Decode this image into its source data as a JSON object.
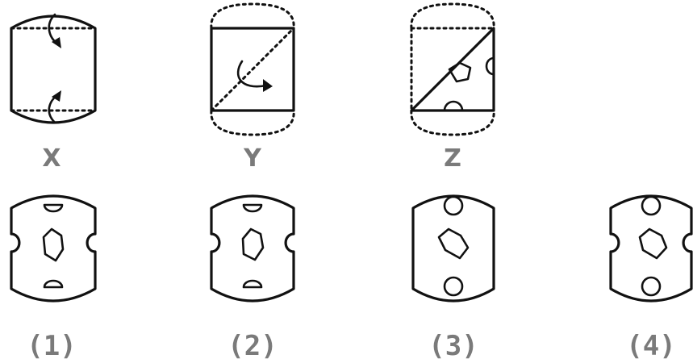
{
  "steps": [
    {
      "label": "X"
    },
    {
      "label": "Y"
    },
    {
      "label": "Z"
    }
  ],
  "options": [
    {
      "label": "(1)"
    },
    {
      "label": "(2)"
    },
    {
      "label": "(3)"
    },
    {
      "label": "(4)"
    }
  ]
}
